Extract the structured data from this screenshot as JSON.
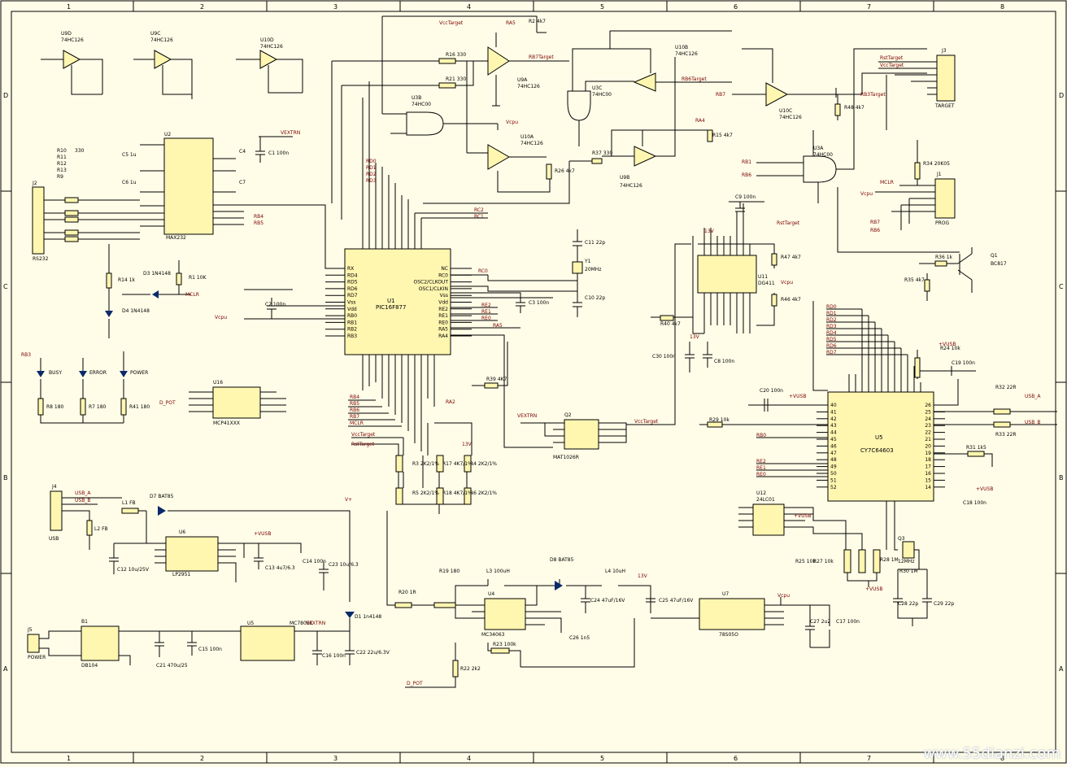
{
  "frame": {
    "cols": [
      "1",
      "2",
      "3",
      "4",
      "5",
      "6",
      "7",
      "8"
    ],
    "rows": [
      "D",
      "C",
      "B",
      "A"
    ]
  },
  "components": {
    "u1": {
      "ref": "U1",
      "part": "PIC16F877"
    },
    "u2": {
      "ref": "U2",
      "part": "MAX232"
    },
    "u5": {
      "ref": "U5",
      "part": "CY7C64603"
    },
    "u11": {
      "ref": "U11",
      "part": "DG411"
    },
    "u16": {
      "ref": "U16",
      "part": "MCP41XXX"
    },
    "u7": {
      "ref": "U7",
      "part": "78S05O"
    },
    "u5r": {
      "ref": "U5",
      "part": "MC7805K"
    },
    "u4": {
      "ref": "U4",
      "part": "MC34063"
    },
    "u6": {
      "ref": "U6",
      "part": "LP2951"
    },
    "u12": {
      "ref": "U12",
      "part": "24LC01"
    },
    "q2": {
      "ref": "Q2",
      "part": "MAT1026R"
    },
    "b1": {
      "ref": "B1",
      "part": "DB104"
    },
    "u3a": {
      "ref": "U3A",
      "part": "74HC00"
    },
    "u3b": {
      "ref": "U3B",
      "part": "74HC00"
    },
    "u3c": {
      "ref": "U3C",
      "part": "74HC00"
    },
    "u9a": {
      "ref": "U9A",
      "part": "74HC126"
    },
    "u9b": {
      "ref": "U9B",
      "part": "74HC126"
    },
    "u9c": {
      "ref": "U9C",
      "part": "74HC126"
    },
    "u9d": {
      "ref": "U9D",
      "part": "74HC126"
    },
    "u10a": {
      "ref": "U10A",
      "part": "74HC126"
    },
    "u10b": {
      "ref": "U10B",
      "part": "74HC126"
    },
    "u10c": {
      "ref": "U10C",
      "part": "74HC126"
    },
    "u10d": {
      "ref": "U10D",
      "part": "74HC126"
    },
    "q1": {
      "ref": "Q1",
      "part": "BC817"
    },
    "y1": {
      "ref": "Y1",
      "part": "20MHz"
    },
    "q3": {
      "ref": "Q3",
      "part": "12MHz"
    }
  },
  "connectors": {
    "j2": {
      "ref": "J2",
      "name": "RS232"
    },
    "j4": {
      "ref": "J4",
      "name": "USB"
    },
    "j3": {
      "ref": "J3",
      "name": "TARGET"
    },
    "j1": {
      "ref": "J1",
      "name": "PROG"
    },
    "j5": {
      "ref": "J5",
      "name": "POWER"
    }
  },
  "leds": {
    "d2": "BUSY",
    "d5": "ERROR",
    "d6": "POWER"
  },
  "labels": {
    "r10": "R10",
    "r11": "R11",
    "r12": "R12",
    "r13": "R13",
    "r9": "R9",
    "v330": "330",
    "c5": "C5 1u",
    "c6": "C6 1u",
    "c4": "C4",
    "c7": "C7",
    "c1": "C1 100n",
    "c2": "C2 100n",
    "r14": "R14 1k",
    "r1": "R1 10K",
    "d3": "D3 1N4148",
    "d4": "D4 1N4148",
    "r8": "R8 180",
    "r7": "R7 180",
    "r41": "R41 180",
    "r2": "R2 4k7",
    "r16": "R16 330",
    "r21": "R21 330",
    "r26": "R26 4k7",
    "r37": "R37 330",
    "r15": "R15 4k7",
    "r48": "R48 4k7",
    "r34": "R34 20K05",
    "c11": "C11 22p",
    "c10": "C10 22p",
    "c3": "C3 100n",
    "r39": "R39 4K7",
    "r47": "R47 4k7",
    "r46": "R46 4k7",
    "r40": "R40 4k7",
    "c30": "C30 100n",
    "c8": "C8 100n",
    "c9": "C9 100n",
    "r36": "R36 1k",
    "r35": "R35 4k7",
    "r24": "R24 10k",
    "c19": "C19 100n",
    "r32": "R32 22R",
    "r33": "R33 22R",
    "r31": "R31 1k5",
    "c20": "C20 100n",
    "r29": "R29 10k",
    "c18": "C18 100n",
    "r25": "R25 10k",
    "r27": "R27 10k",
    "r28": "R28 1M",
    "r30": "R30 1M",
    "c28": "C28 22p",
    "c29": "C29 22p",
    "r3": "R3 2K2/1%",
    "r17": "R17 4K7/1%",
    "r4": "R4 2K2/1%",
    "r5": "R5 2K2/1%",
    "r18": "R18 4K7/1%",
    "r6": "R6 2K2/1%",
    "l1": "L1 FB",
    "l2": "L2 FB",
    "d7": "D7 BAT85",
    "c12": "C12 10u/25V",
    "c13": "C13 4u7/6.3",
    "c14": "C14 100n",
    "c23": "C23 10u/6.3",
    "d1": "D1 1n4148",
    "c21": "C21 470u/25",
    "c15": "C15 100n",
    "c16": "C16 100n",
    "c22": "C22 22u/6.3V",
    "r19": "R19 180",
    "r20": "R20 1R",
    "l3": "L3 100uH",
    "d8": "D8 BAT85",
    "l4": "L4 10uH",
    "c24": "C24 47uF/16V",
    "c25": "C25 47uF/16V",
    "c26": "C26 1n5",
    "r23": "R23 100k",
    "r22": "R22 2k2",
    "c27": "C27 2u2",
    "c17": "C17 100n"
  },
  "nets": {
    "vcc_target": "VccTarget",
    "rb7_target": "RB7Target",
    "rb6_target": "RB6Target",
    "rb3_target": "RB3Target",
    "rst_target": "RstTarget",
    "vpp": "Vcpu",
    "vextrn": "VEXTRN",
    "vusb": "+VUSB",
    "v13": "13V",
    "vplus": "V+",
    "mclr": "MCLR",
    "d_pot": "D_POT",
    "usb_a": "USB_A",
    "usb_b": "USB_B",
    "ra5": "RA5",
    "ra4": "RA4",
    "ra2": "RA2",
    "rb7": "RB7",
    "rb6": "RB6",
    "rb4": "RB4",
    "rb5": "RB5",
    "rb3": "RB3",
    "rb0": "RB0",
    "rb1": "RB1",
    "rb2": "RB2",
    "rc0": "RC0",
    "rc1": "RC1",
    "rc2": "RC2",
    "re0": "RE0",
    "re1": "RE1",
    "re2": "RE2",
    "rd0": "RD0",
    "rd1": "RD1",
    "rd2": "RD2",
    "rd3": "RD3",
    "rd4": "RD4",
    "rd5": "RD5",
    "rd6": "RD6",
    "rd7": "RD7"
  },
  "pins": {
    "u1_left": [
      "RX",
      "RD4",
      "RD5",
      "RD6",
      "RD7",
      "Vss",
      "Vdd",
      "RB0",
      "RB1",
      "RB2",
      "RB3"
    ],
    "u1_right": [
      "NC",
      "RC0",
      "OSC2/CLKOUT",
      "OSC1/CLKIN",
      "Vss",
      "Vdd",
      "RE2",
      "RE1",
      "RE0",
      "RA5",
      "RA4"
    ],
    "u5_left": [
      "40",
      "41",
      "42",
      "43",
      "44",
      "45",
      "46",
      "47",
      "48",
      "49",
      "50",
      "51",
      "52"
    ],
    "u5_right": [
      "26",
      "25",
      "24",
      "23",
      "22",
      "21",
      "20",
      "19",
      "18",
      "17",
      "16",
      "15",
      "14"
    ]
  },
  "watermark": "www.55dianzi.com"
}
